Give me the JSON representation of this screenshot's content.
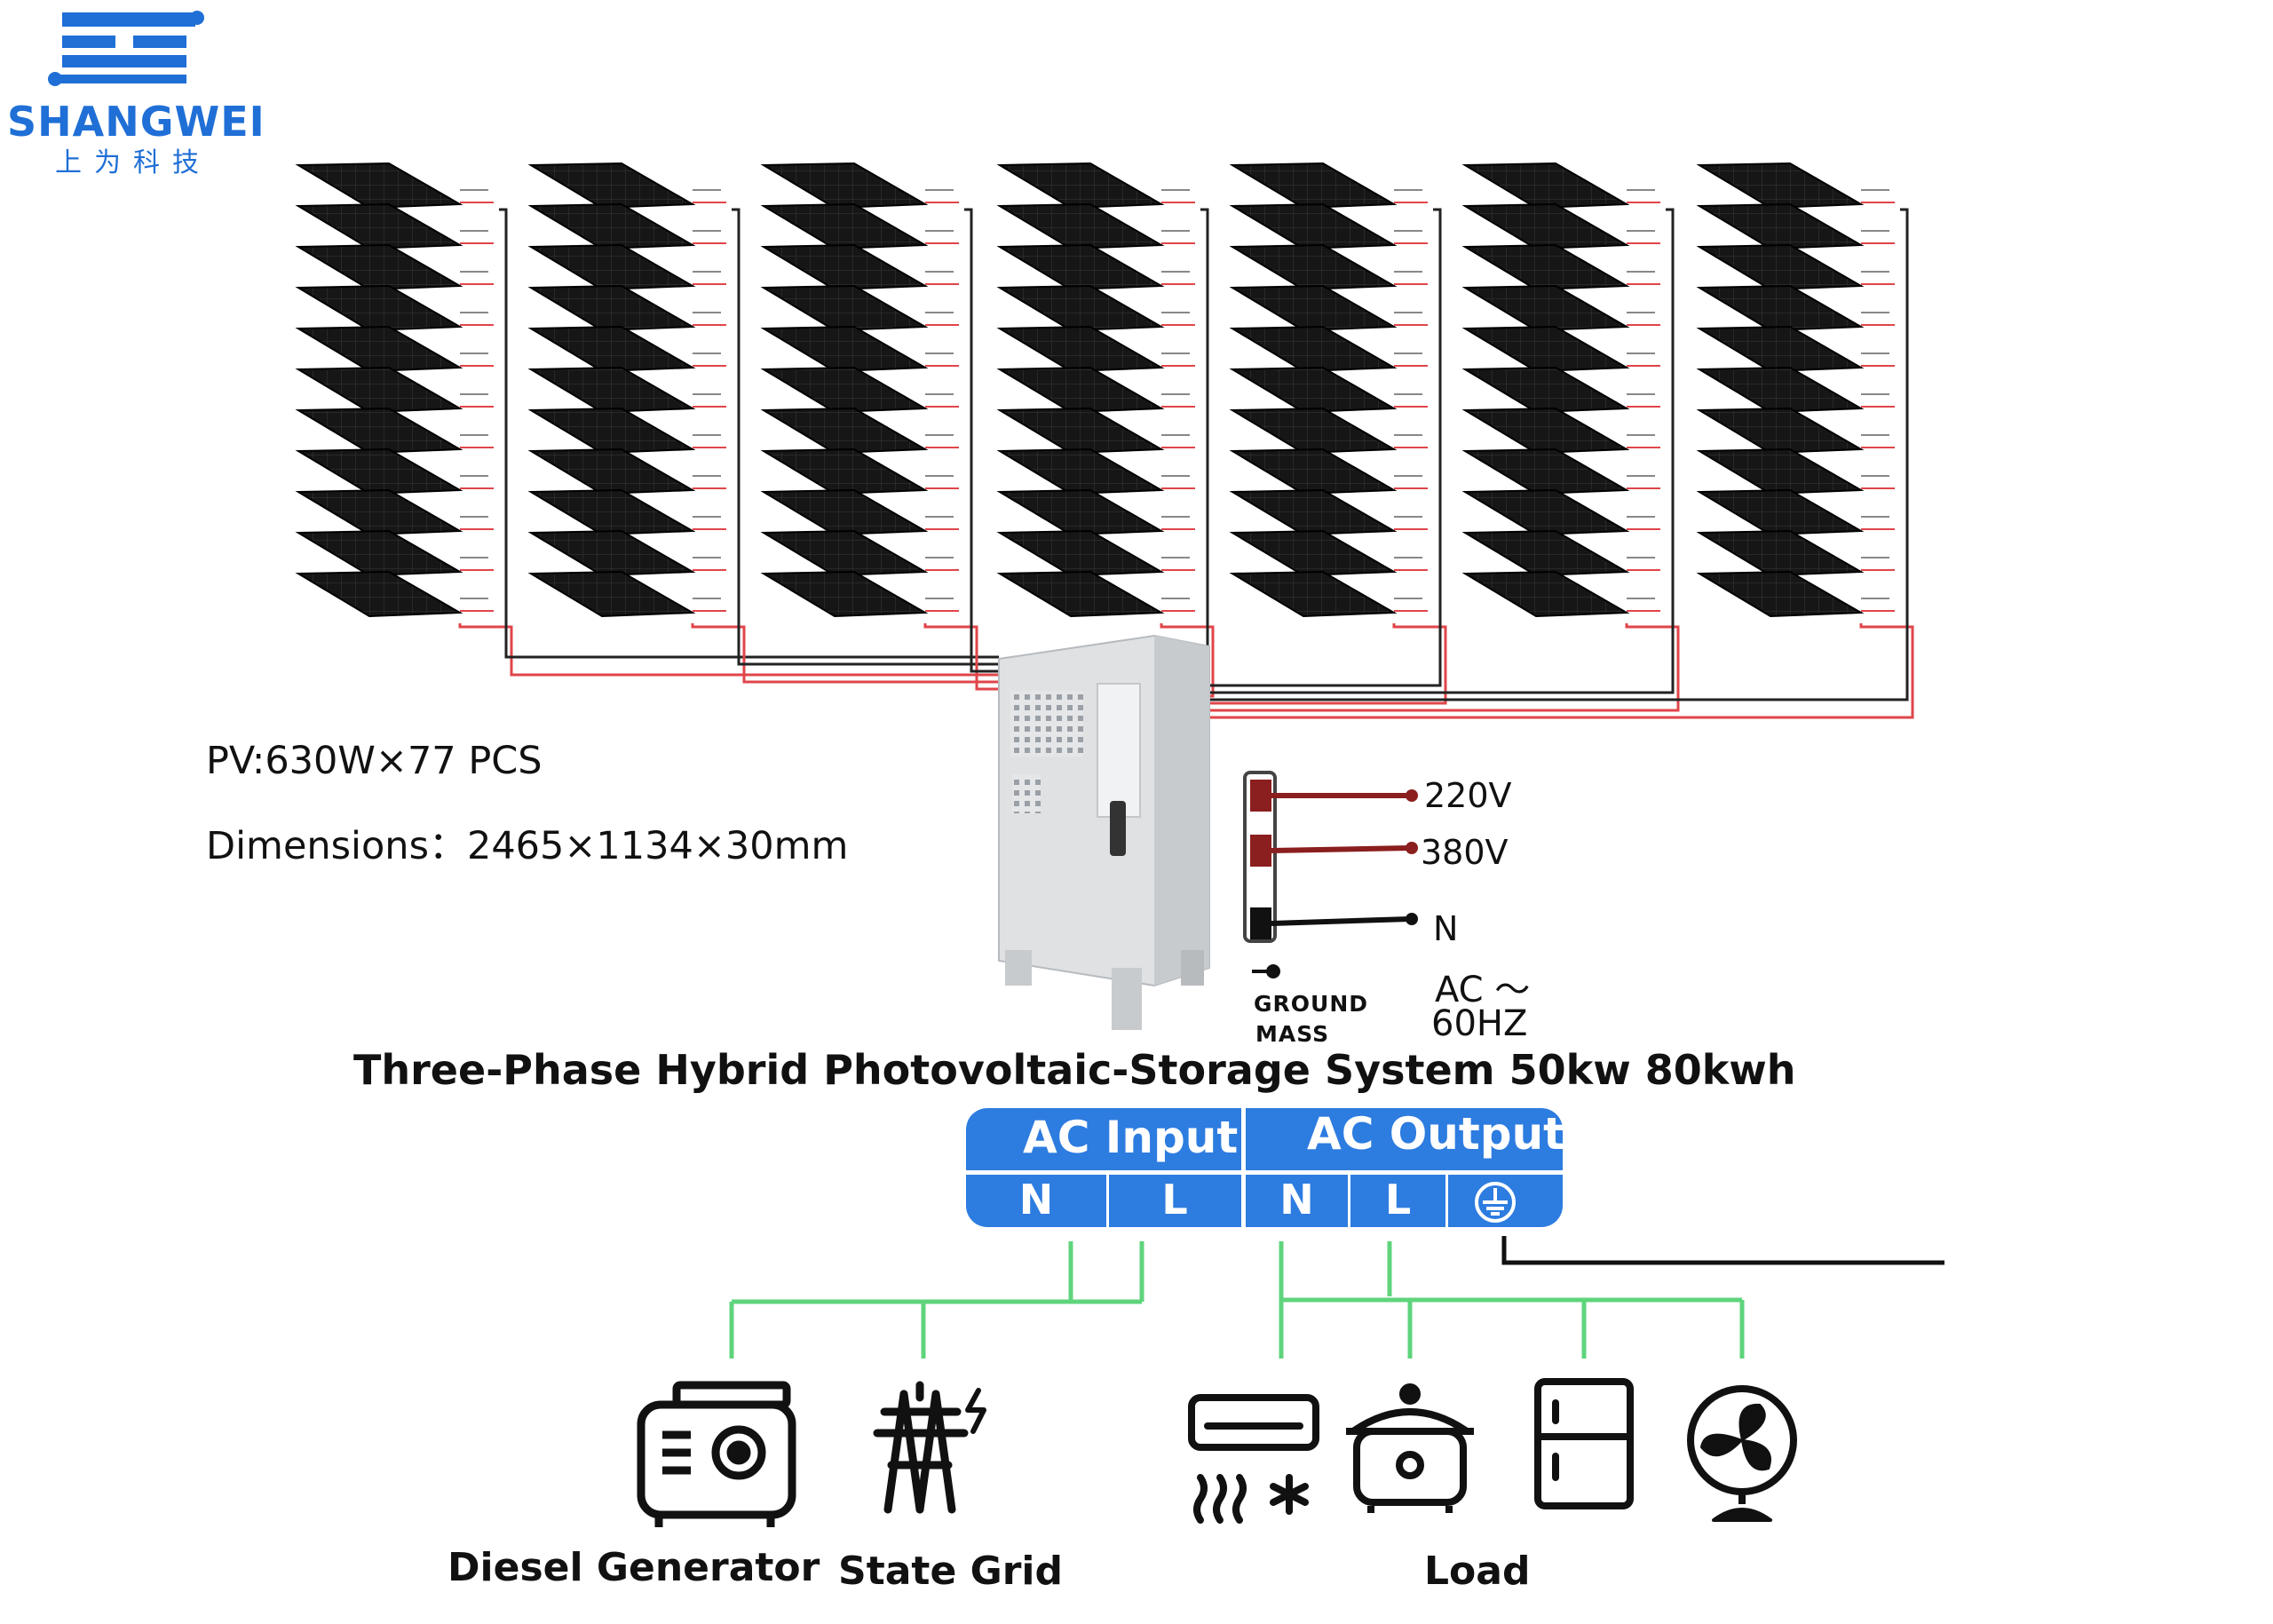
{
  "brand": {
    "name": "SHANGWEI",
    "name_cn": "上为科技",
    "color": "#1f6fd6"
  },
  "specs": {
    "pv": "PV:630W×77 PCS",
    "dimensions": "Dimensions：2465×1134×30mm"
  },
  "output_phases": {
    "phase1": "220V",
    "phase2": "380V",
    "neutral": "N",
    "ground_line1": "GROUND",
    "ground_line2": "MASS",
    "ac": "AC ～",
    "frequency": "60HZ"
  },
  "title": "Three-Phase Hybrid Photovoltaic-Storage System 50kw 80kwh",
  "terminal_block": {
    "input_header": "AC Input",
    "output_header": "AC Output",
    "input_cells": [
      "N",
      "L"
    ],
    "output_cells": [
      "N",
      "L"
    ],
    "ground_icon": "ground-symbol-icon",
    "color": "#2d7ce0"
  },
  "devices": {
    "generator": {
      "label": "Diesel Generator",
      "icon": "diesel-generator-icon"
    },
    "grid": {
      "label": "State Grid",
      "icon": "power-tower-icon"
    },
    "load": {
      "label": "Load",
      "icons": [
        "air-conditioner-icon",
        "rice-cooker-icon",
        "refrigerator-icon",
        "fan-icon"
      ]
    }
  },
  "colors": {
    "wire_red": "#e0454a",
    "wire_dark": "#222222",
    "wire_green": "#5fd47c",
    "phase_red": "#8b1e1e",
    "panel": "#161616"
  }
}
